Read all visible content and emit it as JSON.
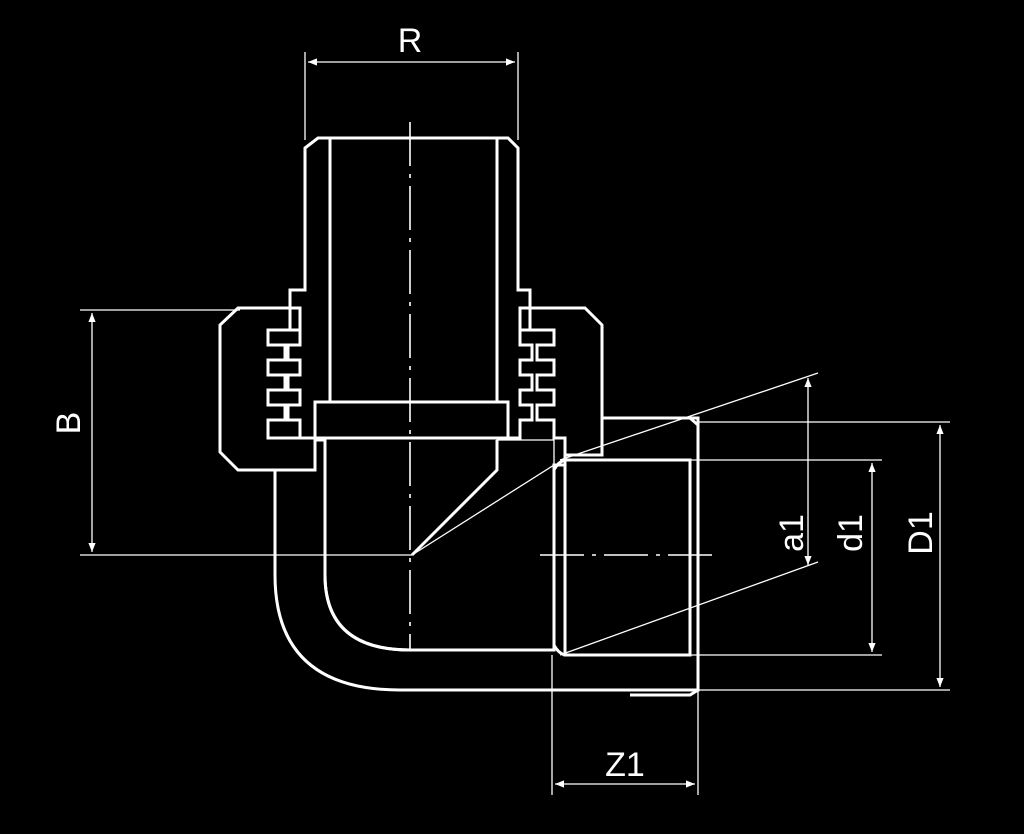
{
  "drawing": {
    "dimensions": {
      "R": "R",
      "B": "B",
      "a1": "a1",
      "d1": "d1",
      "D1": "D1",
      "Z1": "Z1"
    },
    "colors": {
      "background": "#000000",
      "lines": "#ffffff"
    }
  }
}
